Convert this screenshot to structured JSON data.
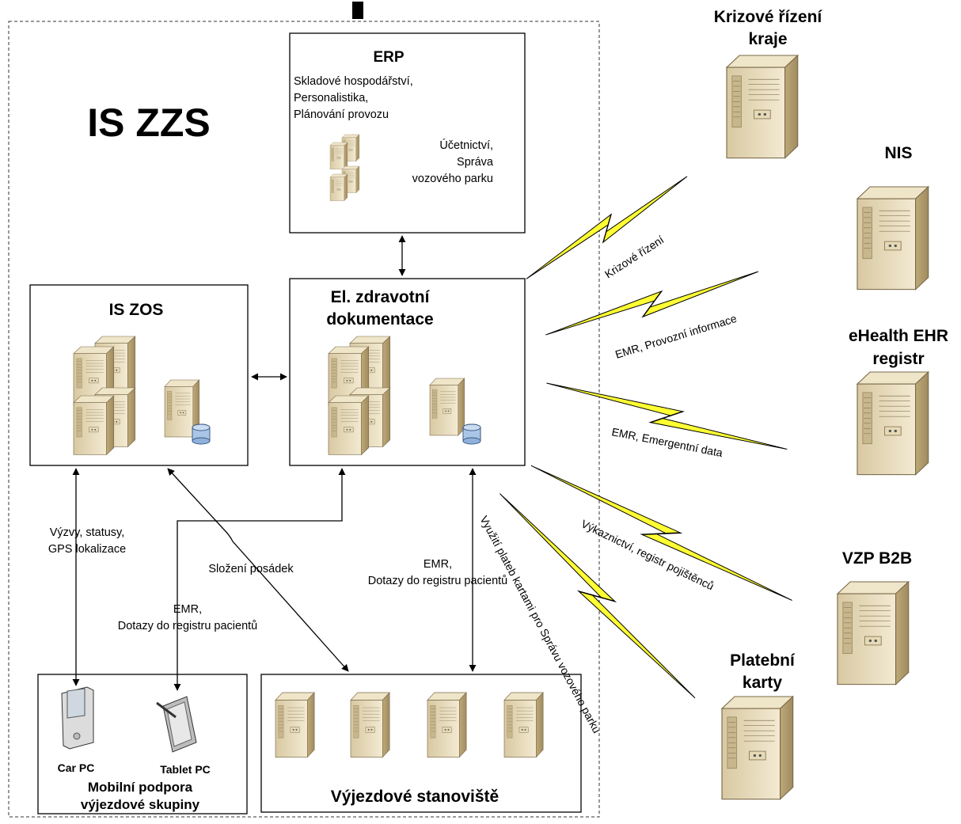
{
  "title": "IS ZZS",
  "boxes": {
    "erp": {
      "title": "ERP",
      "lines": [
        "Skladové hospodářství,",
        "Personalistika,",
        "Plánování provozu"
      ],
      "right_lines": [
        "Účetnictví,",
        "Správa",
        "vozového parku"
      ]
    },
    "is_zos": {
      "title": "IS ZOS"
    },
    "ezd": {
      "title_lines": [
        "El. zdravotní",
        "dokumentace"
      ]
    },
    "mobile": {
      "devices": [
        "Car PC",
        "Tablet PC"
      ],
      "title_lines": [
        "Mobilní podpora",
        "výjezdové skupiny"
      ]
    },
    "stations": {
      "title": "Výjezdové stanoviště"
    }
  },
  "edge_labels": {
    "vyzvy": [
      "Výzvy, statusy,",
      "GPS lokalizace"
    ],
    "slozeni": "Složení posádek",
    "emr_tablet": [
      "EMR,",
      "Dotazy do registru pacientů"
    ],
    "emr_stations": [
      "EMR,",
      "Dotazy do registru pacientů"
    ]
  },
  "externals": [
    {
      "name_lines": [
        "Krizové řízení",
        "kraje"
      ],
      "link": "Krizové řízení"
    },
    {
      "name_lines": [
        "NIS"
      ],
      "link": "EMR, Provozní informace"
    },
    {
      "name_lines": [
        "eHealth EHR",
        "registr"
      ],
      "link": "EMR, Emergentní data"
    },
    {
      "name_lines": [
        "VZP B2B"
      ],
      "link": "Výkaznictví, registr pojištěnců"
    },
    {
      "name_lines": [
        "Platební",
        "karty"
      ],
      "link": "Využití plateb kartami pro Správu vozového parku"
    }
  ],
  "colors": {
    "lightning": "#ffff33",
    "server": "#e0cfa6",
    "server_dark": "#b8a57c",
    "disk": "#a9c6e8"
  },
  "icons": [
    "server-icon",
    "server-stack-icon",
    "database-server-icon",
    "lightning-link-icon",
    "car-pc-icon",
    "tablet-pc-icon"
  ]
}
